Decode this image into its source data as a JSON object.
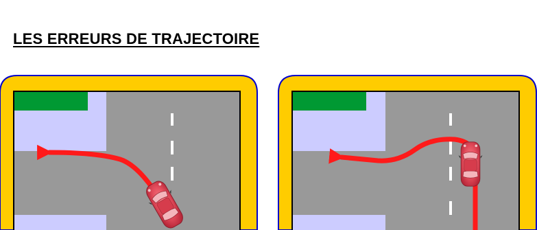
{
  "page": {
    "title": "LES ERREURS DE TRAJECTOIRE"
  },
  "colors": {
    "frame": "#ffcc00",
    "frame_border": "#0000cc",
    "road": "#999999",
    "sidewalk": "#ccccff",
    "grass": "#009933",
    "lane_marking": "#ffffff",
    "trajectory": "#ff1a1a",
    "car_body": "#e8505e"
  },
  "scenes": [
    {
      "name": "scene-left",
      "trajectory": "wide-left-turn"
    },
    {
      "name": "scene-right",
      "trajectory": "swerving-left-turn"
    }
  ]
}
